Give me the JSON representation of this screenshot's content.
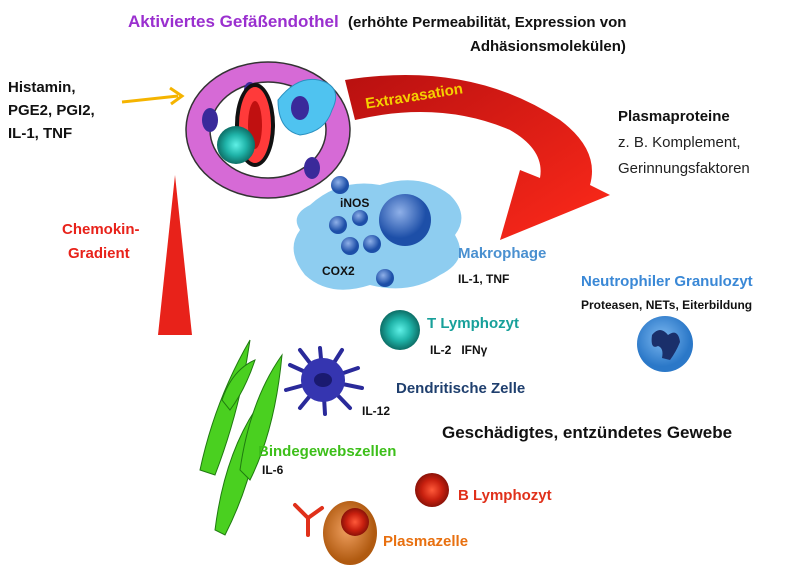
{
  "title": {
    "main": "Aktiviertes Gefäßendothel",
    "detail_line1": "(erhöhte Permeabilität, Expression von",
    "detail_line2": "Adhäsionsmolekülen)"
  },
  "mediators": [
    "Histamin,",
    "PGE2, PGI2,",
    "IL-1, TNF"
  ],
  "extravasation": "Extravasation",
  "plasma": {
    "title": "Plasmaproteine",
    "line1": "z. B. Komplement,",
    "line2": "Gerinnungsfaktoren"
  },
  "chemokine": [
    "Chemokin-",
    "Gradient"
  ],
  "macrophage": {
    "name": "Makrophage",
    "cytokines": "IL-1, TNF",
    "inos": "iNOS",
    "cox2": "COX2"
  },
  "neutrophil": {
    "name": "Neutrophiler Granulozyt",
    "functions": "Proteasen, NETs, Eiterbildung"
  },
  "t_cell": {
    "name": "T Lymphozyt",
    "cytokines": "IL-2   IFNγ"
  },
  "dendritic": {
    "name": "Dendritische Zelle",
    "cytokines": "IL-12"
  },
  "tissue": "Geschädigtes, entzündetes Gewebe",
  "fibroblast": {
    "name": "Bindegewebszellen",
    "cytokines": "IL-6"
  },
  "b_cell": {
    "name": "B Lymphozyt"
  },
  "plasma_cell": {
    "name": "Plasmazelle"
  },
  "colors": {
    "title": "#9a2fcf",
    "red": "#e8221a",
    "macrophage": "#4a90d0",
    "neutrophil": "#3a88d6",
    "t_cell": "#17a09a",
    "dendritic": "#1f3f6e",
    "fibroblast": "#3dbf1a",
    "b_cell": "#e0301a",
    "plasma_cell": "#e87010"
  }
}
